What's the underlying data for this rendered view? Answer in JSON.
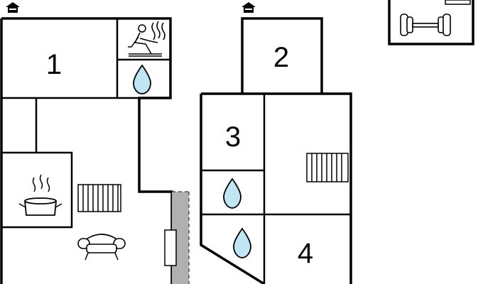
{
  "floorplan": {
    "rooms": [
      {
        "id": "room-1",
        "label": "1"
      },
      {
        "id": "room-2",
        "label": "2"
      },
      {
        "id": "room-3",
        "label": "3"
      },
      {
        "id": "room-4",
        "label": "4"
      }
    ],
    "icons": [
      "entrance-icon",
      "entrance-icon",
      "sauna-icon",
      "bathroom-drop-icon",
      "kitchen-pot-icon",
      "radiator-icon",
      "armchair-icon",
      "door-icon",
      "fitness-dumbbell-icon"
    ],
    "colors": {
      "wall": "#000000",
      "water_drop": "#bfe6f2",
      "terrace": "#b0b0b0",
      "background": "#ffffff"
    }
  }
}
